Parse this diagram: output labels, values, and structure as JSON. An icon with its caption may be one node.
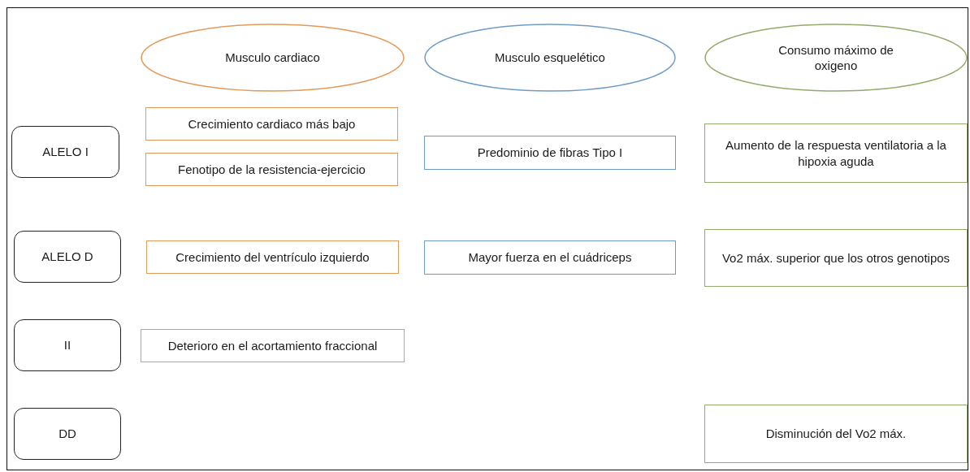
{
  "diagram": {
    "nodes": [
      {
        "text": [
          "Musculo cardiaco"
        ]
      },
      {
        "text": [
          "Musculo esquelético"
        ]
      },
      {
        "text": [
          "Consumo máximo de oxigeno"
        ]
      },
      {
        "text": [
          "ALELO I"
        ]
      },
      {
        "text": [
          "Crecimiento cardiaco más bajo"
        ]
      },
      {
        "text": [
          "Fenotipo de la resistencia-ejercicio"
        ]
      },
      {
        "text": [
          "Predominio de fibras Tipo I"
        ]
      },
      {
        "text": [
          "Aumento de la respuesta ventilatoria a la hipoxia aguda"
        ]
      },
      {
        "text": [
          "ALELO D"
        ]
      },
      {
        "text": [
          "Crecimiento del ventrículo izquierdo"
        ]
      },
      {
        "text": [
          "Mayor fuerza en el cuádriceps"
        ]
      },
      {
        "text": [
          "Vo2 máx. superior que los otros genotipos"
        ]
      },
      {
        "text": [
          "II"
        ]
      },
      {
        "text": [
          "Deterioro en el acortamiento fraccional"
        ]
      },
      {
        "text": [
          "DD"
        ]
      },
      {
        "text": [
          "Disminución del Vo2 máx."
        ]
      }
    ]
  }
}
